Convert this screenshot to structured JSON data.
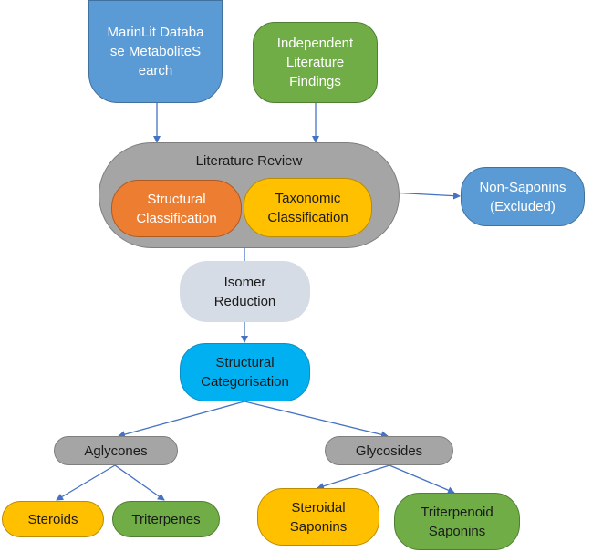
{
  "nodes": {
    "marinlit": "MarinLit Database MetaboliteS earch",
    "independent": "Independent Literature Findings",
    "literature_review": "Literature Review",
    "structural_classification": "Structural Classification",
    "taxonomic_classification": "Taxonomic Classification",
    "non_saponins": "Non-Saponins (Excluded)",
    "isomer_reduction": "Isomer Reduction",
    "structural_categorisation": "Structural Categorisation",
    "aglycones": "Aglycones",
    "glycosides": "Glycosides",
    "steroids": "Steroids",
    "triterpenes": "Triterpenes",
    "steroidal_saponins": "Steroidal Saponins",
    "triterpenoid_saponins": "Triterpenoid Saponins"
  },
  "colors": {
    "blue": "#5b9bd5",
    "green": "#70ad47",
    "grey": "#a5a5a5",
    "orange": "#ed7d31",
    "yellow": "#ffc000",
    "light_grey": "#d6dce5",
    "cyan": "#00b0f0",
    "arrow": "#4472c4"
  }
}
